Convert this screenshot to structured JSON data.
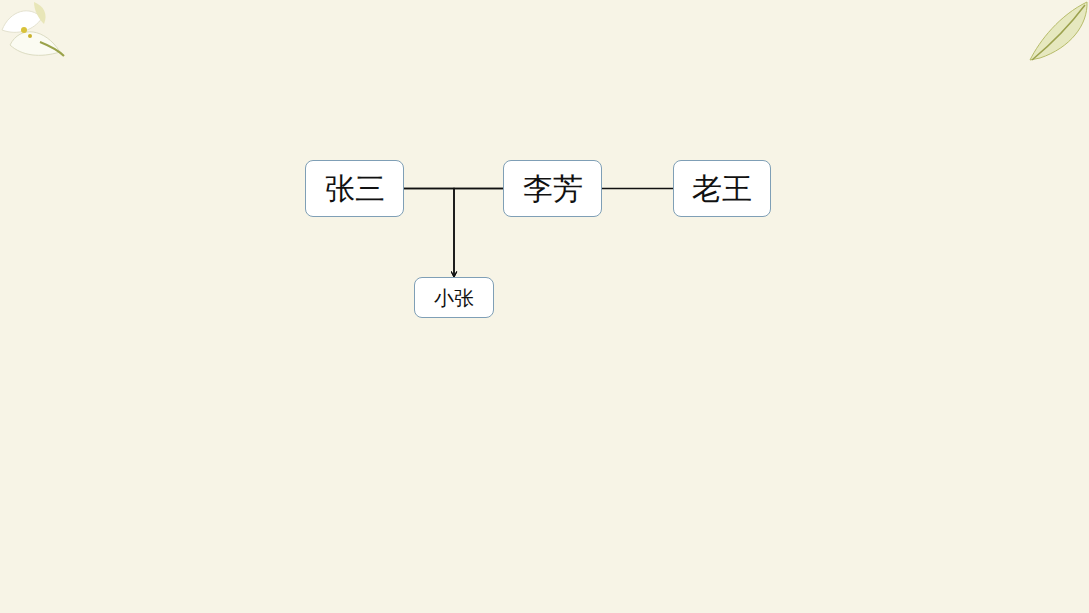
{
  "diagram": {
    "nodes": [
      {
        "text": [
          "张三"
        ]
      },
      {
        "text": [
          "李芳"
        ]
      },
      {
        "text": [
          "老王"
        ]
      },
      {
        "text": [
          "小张"
        ]
      }
    ],
    "edges": [
      {
        "from": 0,
        "to": 1,
        "arrow": "none"
      },
      {
        "from": 1,
        "to": 2,
        "arrow": "none"
      },
      {
        "from": 0,
        "to": 3,
        "arrow": "to"
      },
      {
        "from": 1,
        "to": 3,
        "arrow": "to"
      }
    ]
  }
}
